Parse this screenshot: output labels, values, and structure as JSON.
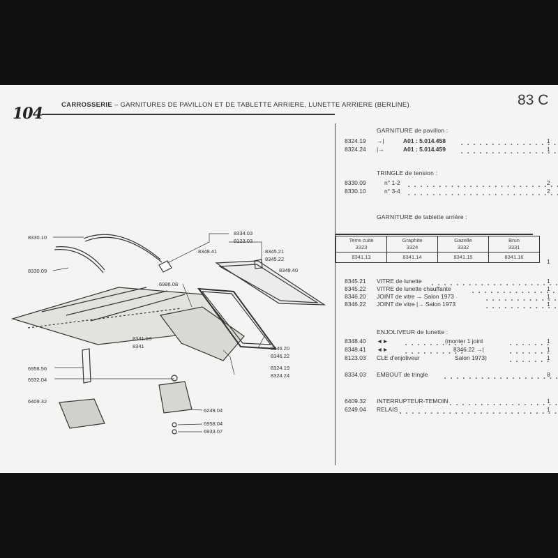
{
  "header": {
    "model": "104",
    "title_bold": "CARROSSERIE",
    "title_rest": " – GARNITURES DE PAVILLON ET DE TABLETTE ARRIERE, LUNETTE ARRIERE (BERLINE)",
    "page_code": "83 C"
  },
  "sections": {
    "pavillon_title": "GARNITURE de pavillon :",
    "tringle_title": "TRINGLE de tension :",
    "tablette_title": "GARNITURE de tablette arrière :",
    "enjoliveur_title": "ENJOLIVEUR de lunette :"
  },
  "parts": [
    {
      "code": "8324.19",
      "sym": "→|",
      "desc": "A01 : 5.014.458",
      "qty": "1"
    },
    {
      "code": "8324.24",
      "sym": "|→",
      "desc": "A01 : 5.014.459",
      "qty": "1"
    },
    {
      "code": "8330.09",
      "sym": "",
      "desc": "n° 1-2",
      "qty": "2"
    },
    {
      "code": "8330.10",
      "sym": "",
      "desc": "n° 3-4",
      "qty": "2"
    }
  ],
  "color_table": {
    "headers": [
      {
        "name": "Terre cuite",
        "num": "3323"
      },
      {
        "name": "Graphite",
        "num": "3324"
      },
      {
        "name": "Gazelle",
        "num": "3332"
      },
      {
        "name": "Brun",
        "num": "3331"
      }
    ],
    "values": [
      "8341.13",
      "8341.14",
      "8341.15",
      "8341.16"
    ],
    "qty": "1"
  },
  "vitre_rows": [
    {
      "code": "8345.21",
      "desc": "VITRE de lunette",
      "qty": "1"
    },
    {
      "code": "8345.22",
      "desc": "VITRE de lunette chauffante",
      "qty": "1"
    },
    {
      "code": "8346.20",
      "desc": "JOINT de vitre → Salon 1973",
      "qty": "1"
    },
    {
      "code": "8346.22",
      "desc": "JOINT de vitre |→ Salon 1973",
      "qty": "1"
    }
  ],
  "enjoliveur_rows": [
    {
      "code": "8348.40",
      "desc": "◄►",
      "note": "(monter 1 joint",
      "qty": "1"
    },
    {
      "code": "8348.41",
      "desc": "◄►",
      "note": "8346.22 →|",
      "qty": "1"
    },
    {
      "code": "8123.03",
      "desc": "CLE d'enjoliveur",
      "note": "Salon 1973)",
      "qty": "1"
    }
  ],
  "misc_rows": [
    {
      "code": "8334.03",
      "desc": "EMBOUT de tringle",
      "qty": "8"
    },
    {
      "code": "6409.32",
      "desc": "INTERRUPTEUR-TEMOIN",
      "qty": "1"
    },
    {
      "code": "6249.04",
      "desc": "RELAIS",
      "qty": "1"
    }
  ],
  "diagram_labels": {
    "l1": "8330.10",
    "l2": "8330.09",
    "l3": "8334.03",
    "l4": "8123.03",
    "l5": "8348.41",
    "l6": "8345.21",
    "l7": "8345.22",
    "l8": "8348.40",
    "l9": "6986.08",
    "l10": "8341.13",
    "l11": "8341",
    "l12": "8346.20",
    "l13": "8346.22",
    "l14": "8324.19",
    "l15": "8324.24",
    "l16": "6958.56",
    "l17": "6932.04",
    "l18": "6409.32",
    "l19": "6249.04",
    "l20": "6958.04",
    "l21": "6933.07"
  }
}
